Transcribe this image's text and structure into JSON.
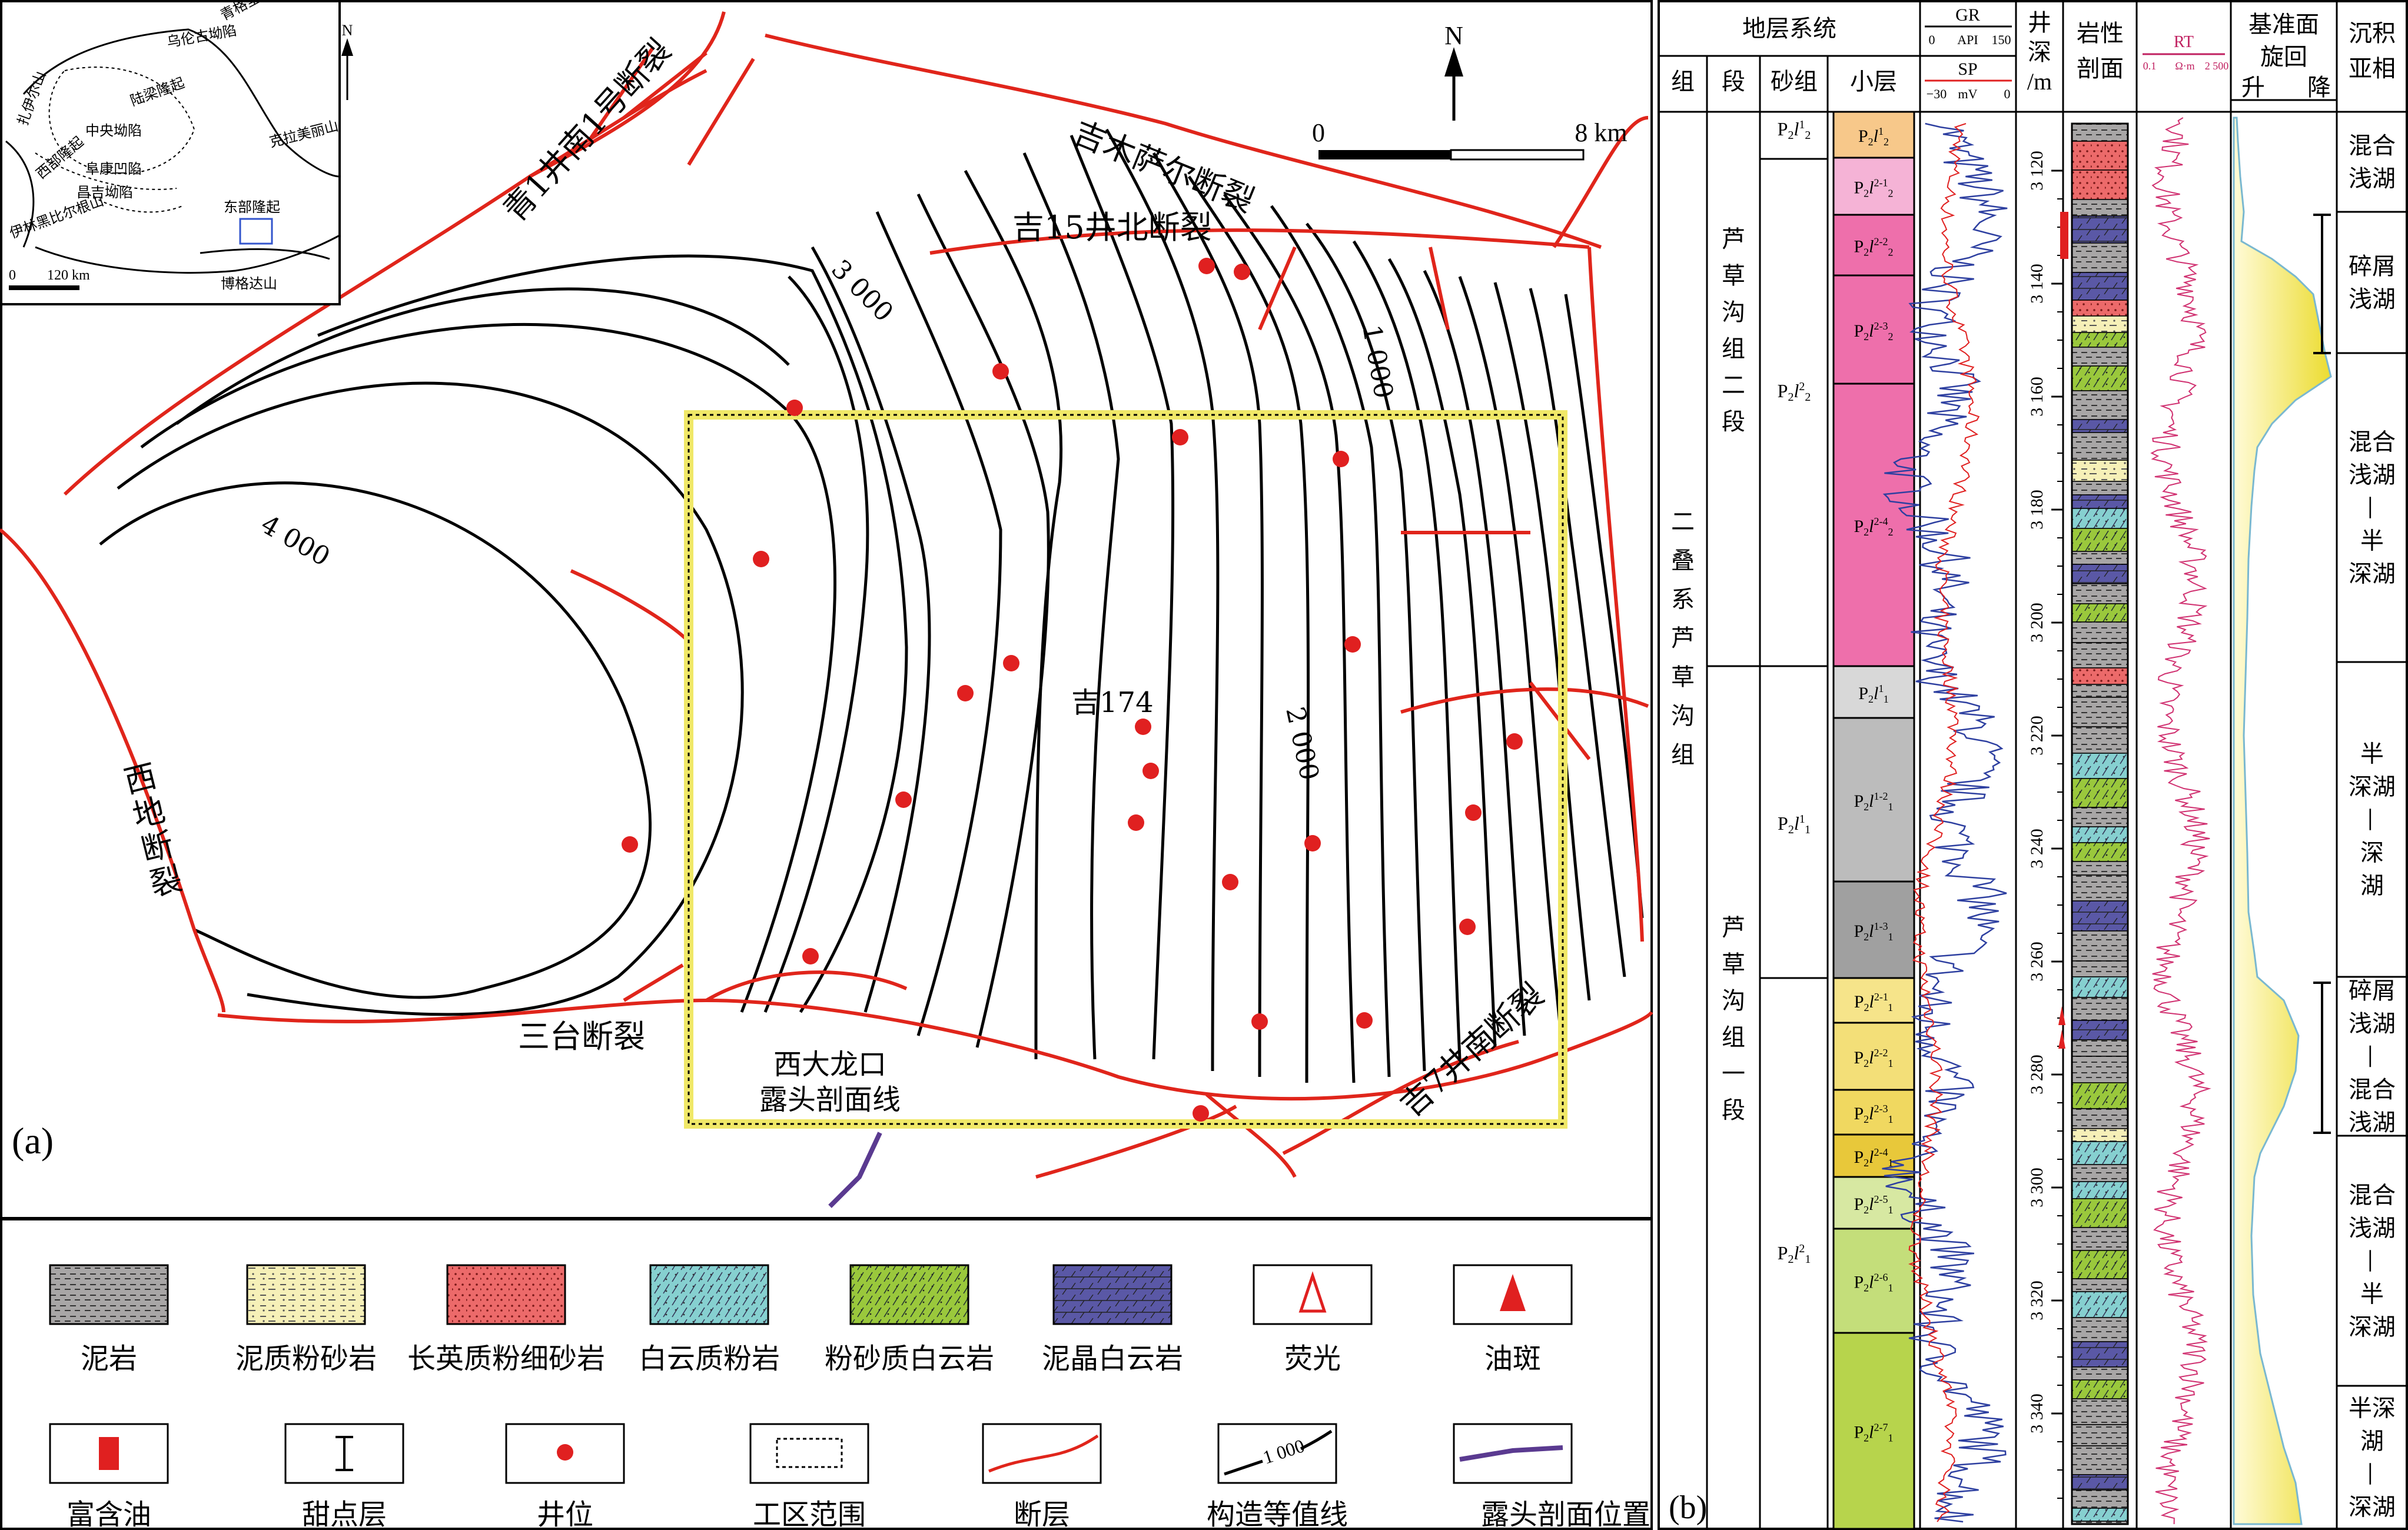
{
  "map": {
    "panel_label": "(a)",
    "north": "N",
    "scale_start": "0",
    "scale_end": "8 km",
    "contour_labels": [
      "3 000",
      "4 000",
      "2 000",
      "1 000"
    ],
    "faults": [
      "青1井南1号断裂",
      "吉木萨尔断裂",
      "吉15井北断裂",
      "西地断裂",
      "三台断裂",
      "吉7井南断裂"
    ],
    "well_label": "吉174",
    "outcrop_label_line1": "西大龙口",
    "outcrop_label_line2": "露头剖面线"
  },
  "inset": {
    "north": "N",
    "labels": [
      "青格里底山",
      "乌伦古坳陷",
      "扎伊尔山",
      "陆梁隆起",
      "克拉美丽山",
      "中央坳陷",
      "西部隆起",
      "阜康凹陷",
      "昌吉坳陷",
      "伊林黑比尔根山",
      "东部隆起",
      "博格达山"
    ],
    "scale": "0",
    "scale_end": "120 km"
  },
  "legend": {
    "items": [
      "泥岩",
      "泥质粉砂岩",
      "长英质粉细砂岩",
      "白云质粉岩",
      "粉砂质白云岩",
      "泥晶白云岩",
      "荧光",
      "油斑",
      "富含油",
      "甜点层",
      "井位",
      "工区范围",
      "断层",
      "构造等值线",
      "露头剖面位置"
    ],
    "contour_sample": "1 000"
  },
  "column": {
    "panel_label": "(b)",
    "headers": {
      "strat_system": "地层系统",
      "zu": "组",
      "duan": "段",
      "shazu": "砂组",
      "xiaoceng": "小层",
      "gr": "GR",
      "gr_range_min": "0",
      "gr_range_unit": "API",
      "gr_range_max": "150",
      "sp": "SP",
      "sp_range_min": "−30",
      "sp_range_unit": "mV",
      "sp_range_max": "0",
      "depth1": "井",
      "depth2": "深",
      "depth3": "/m",
      "litho1": "岩性",
      "litho2": "剖面",
      "rt": "RT",
      "rt_range_min": "0.1",
      "rt_range_unit": "Ω·m",
      "rt_range_max": "2 500",
      "cycle1": "基准面",
      "cycle2": "旋回",
      "cycle_up": "升",
      "cycle_down": "降",
      "facies1": "沉积",
      "facies2": "亚相"
    },
    "zu_text": [
      "二",
      "叠",
      "系",
      "芦",
      "草",
      "沟",
      "组"
    ],
    "duan2_text": [
      "芦",
      "草",
      "沟",
      "组",
      "二",
      "段"
    ],
    "duan1_text": [
      "芦",
      "草",
      "沟",
      "组",
      "一",
      "段"
    ],
    "depth_ticks": [
      "3 120",
      "3 140",
      "3 160",
      "3 180",
      "3 200",
      "3 220",
      "3 240",
      "3 260",
      "3 280",
      "3 300",
      "3 320",
      "3 340"
    ],
    "facies": [
      [
        "混合",
        "浅湖"
      ],
      [
        "碎屑",
        "浅湖"
      ],
      [
        "混合",
        "浅湖",
        "—",
        "半",
        "深湖"
      ],
      [
        "半",
        "深湖",
        "—",
        "深",
        "湖"
      ],
      [
        "碎屑",
        "浅湖",
        "—",
        "混合",
        "浅湖"
      ],
      [
        "混合",
        "浅湖",
        "—",
        "半",
        "深湖"
      ],
      [
        "半深",
        "湖",
        "—",
        "深湖"
      ]
    ]
  },
  "colors": {
    "fault": "#e0251b",
    "contour": "#000000",
    "well": "#e02020",
    "work_area": "#f0e868",
    "outcrop": "#5a3a90",
    "mudstone": "#a8a6a6",
    "silt": "#f6f0b8",
    "sandstone": "#ec6a6a",
    "dolosilt": "#86d0d0",
    "silty_dolo": "#9ac83c",
    "micrite_dolo": "#5a58a6"
  }
}
